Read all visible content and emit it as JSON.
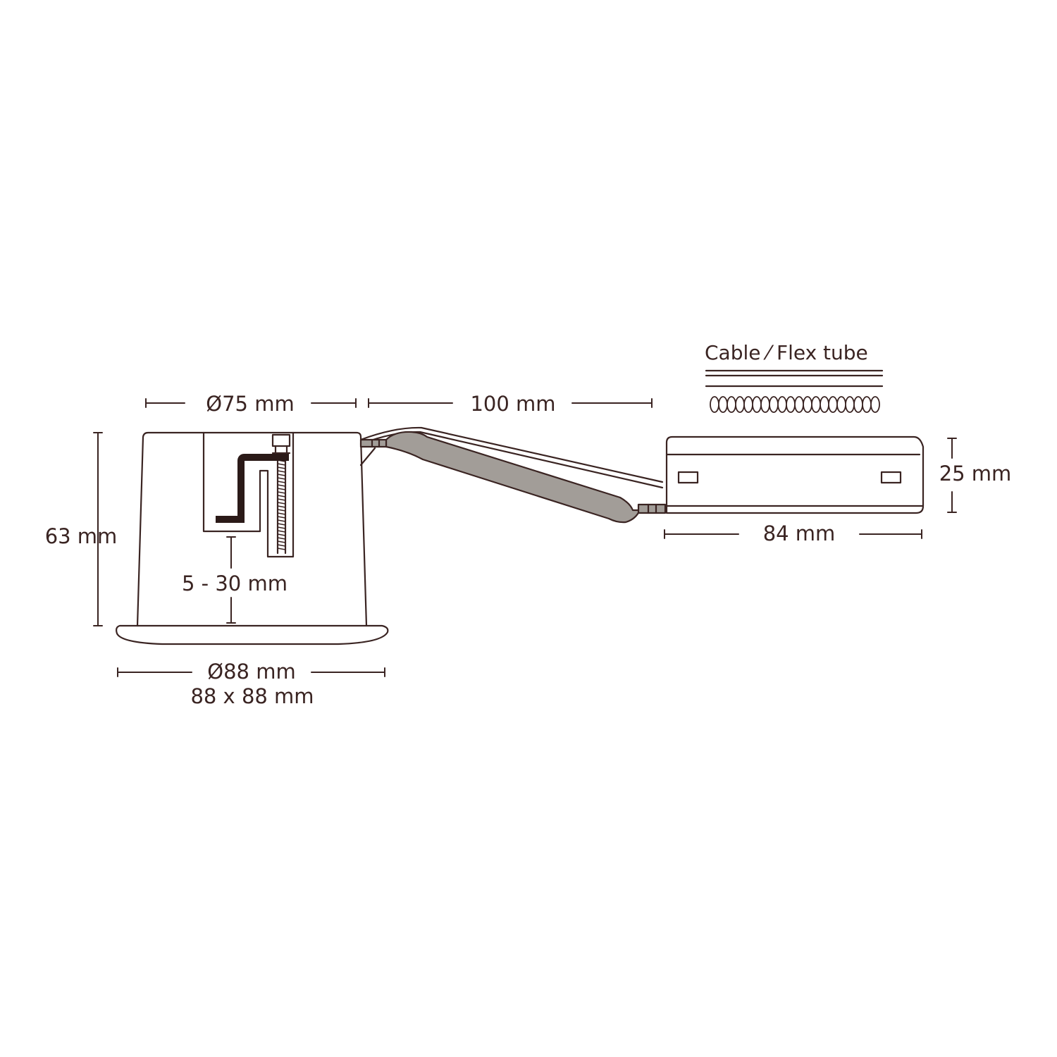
{
  "labels": {
    "cable_flex_tube": "Cable ⁄ Flex tube",
    "top_diameter": "Ø75 mm",
    "cable_length": "100 mm",
    "driver_height": "25 mm",
    "housing_height": "63 mm",
    "driver_length": "84 mm",
    "mounting_range": "5 - 30 mm",
    "bezel_diameter": "Ø88 mm",
    "bezel_square": "88 x 88 mm"
  },
  "colors": {
    "line": "#3a2422",
    "cable_fill": "#a29d98",
    "background": "#ffffff"
  }
}
